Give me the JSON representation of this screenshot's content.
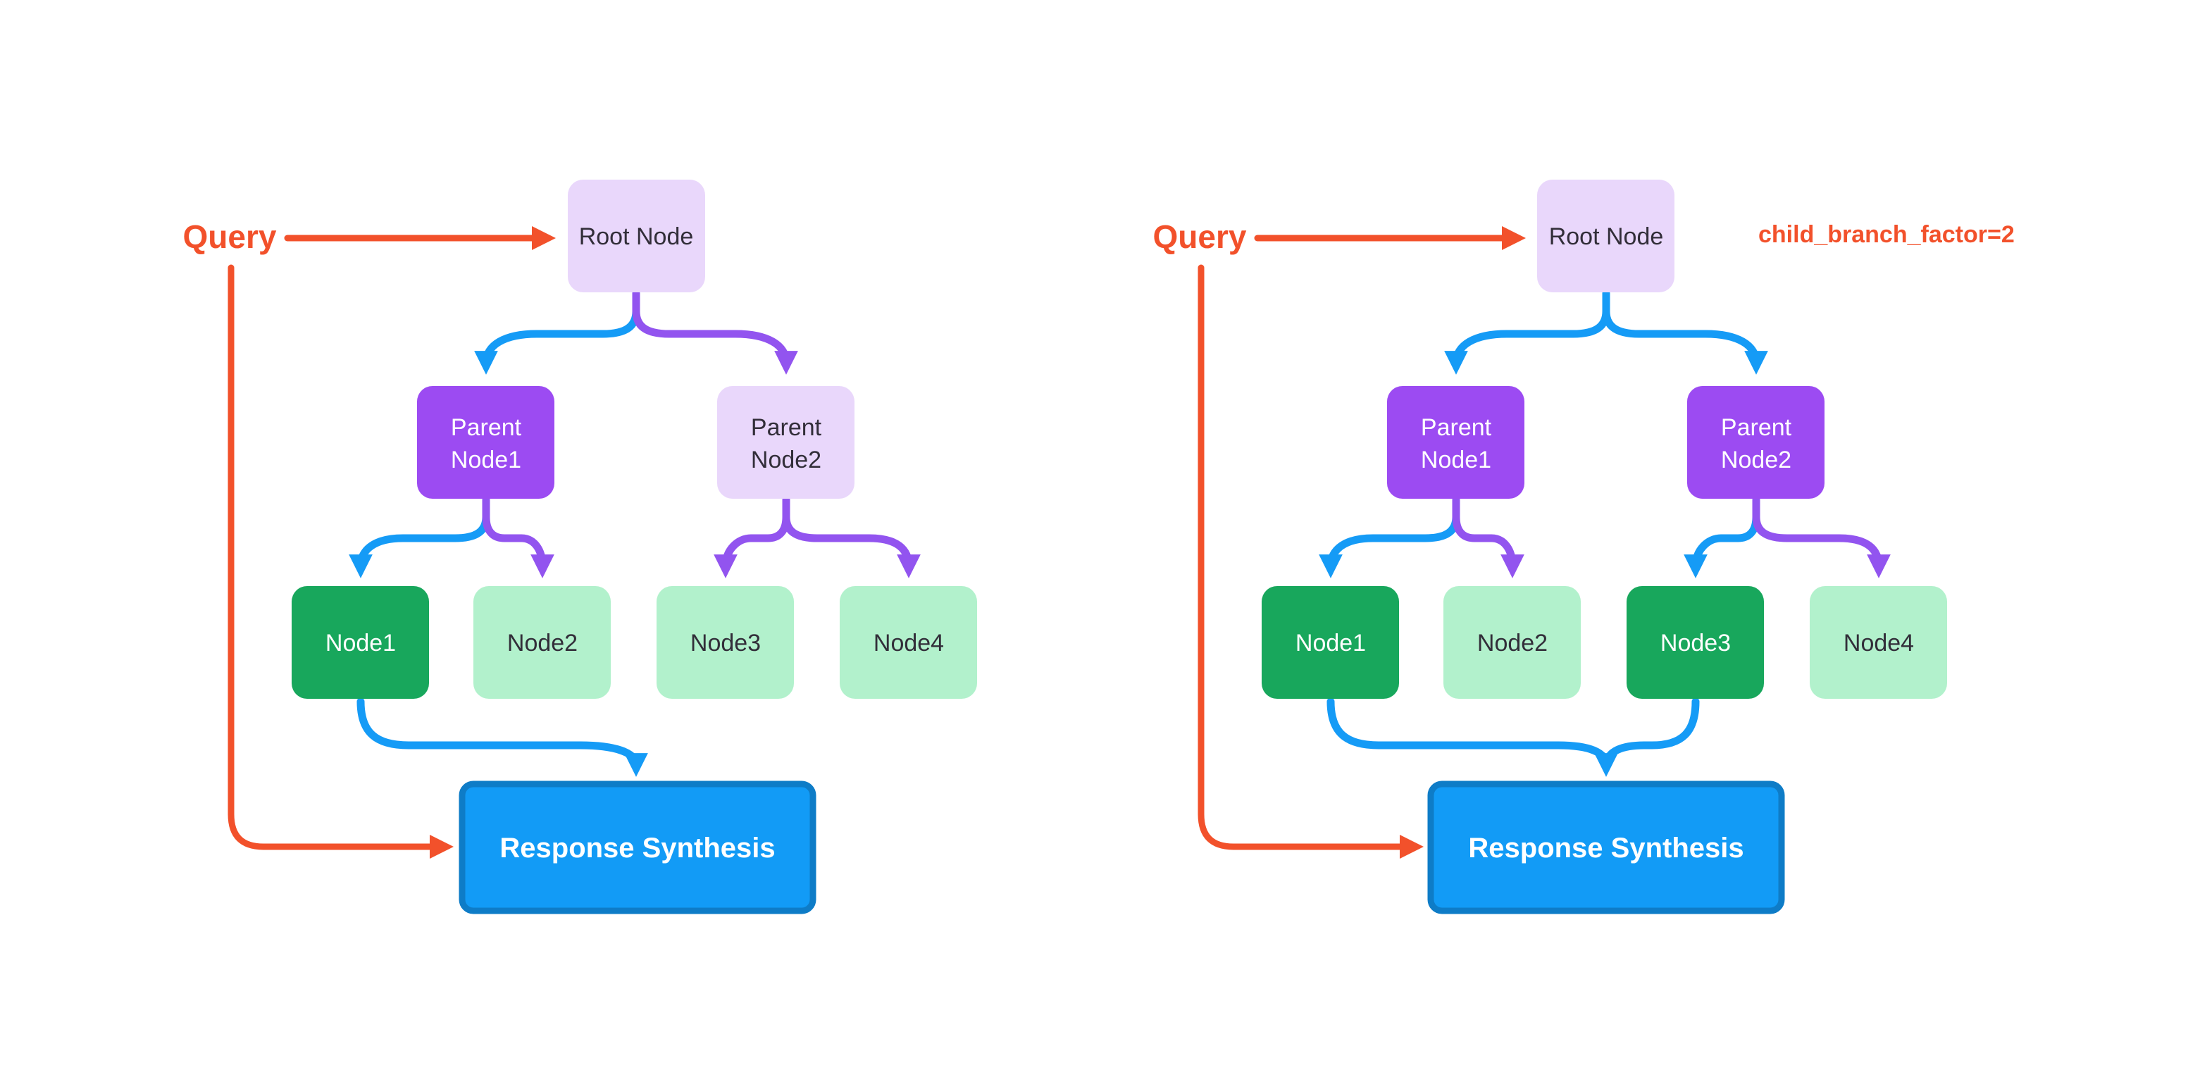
{
  "page": {
    "background": "#FFFFFF"
  },
  "colors": {
    "accent_red": "#F2512B",
    "traversal_blue": "#159BF6",
    "branch_purple": "#9254EF",
    "node_purple": "#9C4BF2",
    "node_lavender": "#E9D7FB",
    "leaf_green_selected": "#18A75C",
    "leaf_green": "#B2F1CC",
    "synthesis_fill": "#129BF6",
    "synthesis_border": "#0E7CC7",
    "dark_text": "#322E39",
    "light_text": "#FFFFFF"
  },
  "diagrams": [
    {
      "query_label": "Query",
      "root_label": "Root Node",
      "parents": [
        {
          "line1": "Parent",
          "line2": "Node1",
          "state": "selected"
        },
        {
          "line1": "Parent",
          "line2": "Node2",
          "state": "unselected"
        }
      ],
      "leaves": [
        {
          "label": "Node1",
          "state": "selected"
        },
        {
          "label": "Node2",
          "state": "unselected"
        },
        {
          "label": "Node3",
          "state": "unselected"
        },
        {
          "label": "Node4",
          "state": "unselected"
        }
      ],
      "synthesis_label": "Response Synthesis"
    },
    {
      "query_label": "Query",
      "annotation": "child_branch_factor=2",
      "root_label": "Root Node",
      "parents": [
        {
          "line1": "Parent",
          "line2": "Node1",
          "state": "selected"
        },
        {
          "line1": "Parent",
          "line2": "Node2",
          "state": "selected"
        }
      ],
      "leaves": [
        {
          "label": "Node1",
          "state": "selected"
        },
        {
          "label": "Node2",
          "state": "unselected"
        },
        {
          "label": "Node3",
          "state": "selected"
        },
        {
          "label": "Node4",
          "state": "unselected"
        }
      ],
      "synthesis_label": "Response Synthesis"
    }
  ]
}
